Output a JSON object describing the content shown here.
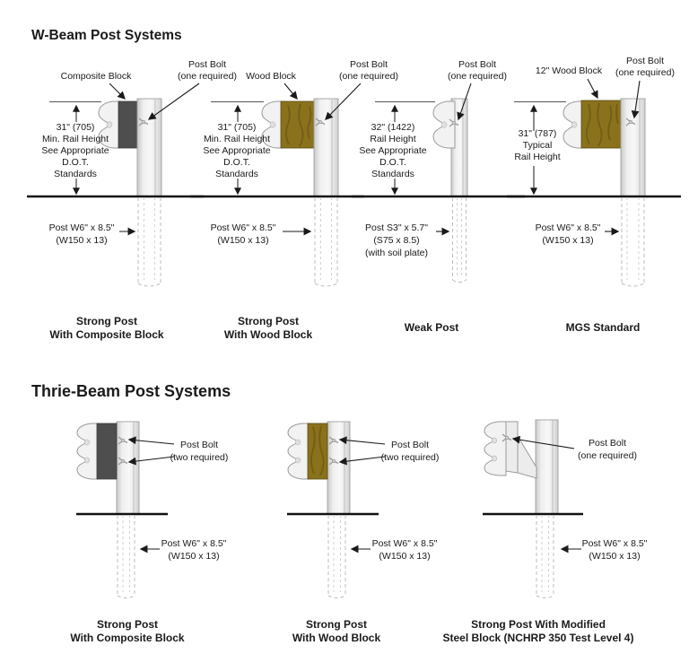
{
  "colors": {
    "composite_block": "#4e4e4e",
    "wood_block": "#8a721d",
    "steel_block": "#ececec",
    "line": "#1a1a1a"
  },
  "sections": [
    {
      "title": "W-Beam Post Systems",
      "diagrams": [
        {
          "name": "strong-post-composite",
          "block_label": "Composite Block",
          "bolt_label": [
            "Post Bolt",
            "(one required)"
          ],
          "dim_label": [
            "31\" (705)",
            "Min. Rail Height",
            "See Appropriate",
            "D.O.T.",
            "Standards"
          ],
          "post_label": [
            "Post W6\" x 8.5\"",
            "(W150 x 13)"
          ],
          "caption": [
            "Strong Post",
            "With Composite Block"
          ]
        },
        {
          "name": "strong-post-wood",
          "block_label": "Wood Block",
          "bolt_label": [
            "Post Bolt",
            "(one required)"
          ],
          "dim_label": [
            "31\" (705)",
            "Min. Rail Height",
            "See Appropriate",
            "D.O.T.",
            "Standards"
          ],
          "post_label": [
            "Post W6\" x 8.5\"",
            "(W150 x 13)"
          ],
          "caption": [
            "Strong Post",
            "With Wood Block"
          ]
        },
        {
          "name": "weak-post",
          "bolt_label": [
            "Post Bolt",
            "(one required)"
          ],
          "dim_label": [
            "32\" (1422)",
            "Rail Height",
            "See Appropriate",
            "D.O.T.",
            "Standards"
          ],
          "post_label": [
            "Post S3\" x 5.7\"",
            "(S75 x 8.5)",
            "(with soil plate)"
          ],
          "caption": [
            "Weak Post"
          ]
        },
        {
          "name": "mgs-standard",
          "block_label": "12\" Wood Block",
          "bolt_label": [
            "Post Bolt",
            "(one required)"
          ],
          "dim_label": [
            "31\" (787)",
            "Typical",
            "Rail Height"
          ],
          "post_label": [
            "Post W6\" x 8.5\"",
            "(W150 x 13)"
          ],
          "caption": [
            "MGS Standard"
          ]
        }
      ]
    },
    {
      "title": "Thrie-Beam Post Systems",
      "diagrams": [
        {
          "name": "strong-post-composite",
          "bolt_label": [
            "Post Bolt",
            "(two required)"
          ],
          "post_label": [
            "Post W6\" x 8.5\"",
            "(W150 x 13)"
          ],
          "caption": [
            "Strong Post",
            "With Composite Block"
          ]
        },
        {
          "name": "strong-post-wood",
          "bolt_label": [
            "Post Bolt",
            "(two required)"
          ],
          "post_label": [
            "Post W6\" x 8.5\"",
            "(W150 x 13)"
          ],
          "caption": [
            "Strong Post",
            "With Wood Block"
          ]
        },
        {
          "name": "strong-post-modified-steel",
          "bolt_label": [
            "Post Bolt",
            "(one required)"
          ],
          "post_label": [
            "Post W6\" x 8.5\"",
            "(W150 x 13)"
          ],
          "caption": [
            "Strong Post With Modified",
            "Steel Block (NCHRP 350 Test Level 4)"
          ]
        }
      ]
    }
  ]
}
